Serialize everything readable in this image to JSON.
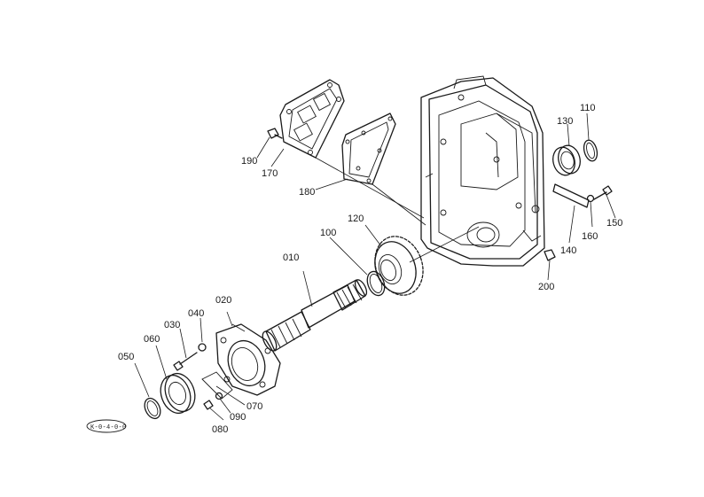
{
  "labels": {
    "p010": "010",
    "p020": "020",
    "p030": "030",
    "p040": "040",
    "p050": "050",
    "p060": "060",
    "p070": "070",
    "p080": "080",
    "p090": "090",
    "p100": "100",
    "p110": "110",
    "p120": "120",
    "p130": "130",
    "p140": "140",
    "p150": "150",
    "p160": "160",
    "p170": "170",
    "p180": "180",
    "p190": "190",
    "p200": "200"
  },
  "stamp": "K-0-4-0-0"
}
